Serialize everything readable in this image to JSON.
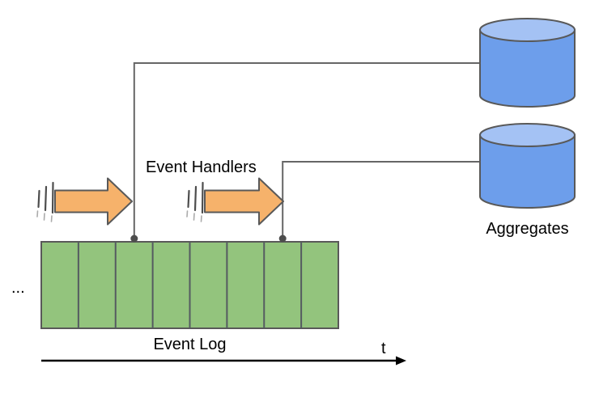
{
  "labels": {
    "event_handlers": "Event Handlers",
    "aggregates": "Aggregates",
    "event_log": "Event Log",
    "time_axis": "t",
    "log_continues": "..."
  },
  "event_log": {
    "segment_count": 8,
    "marked_segments": [
      3,
      7
    ]
  },
  "icons": {
    "cylinder": "database-cylinder-icon",
    "arrow": "event-flow-arrow-icon",
    "motion": "motion-lines-icon"
  },
  "colors": {
    "event_log_fill": "#93C47D",
    "arrow_fill": "#F6B26B",
    "cylinder_body_fill": "#6D9EEB",
    "cylinder_top_fill": "#A4C2F4",
    "shape_stroke": "#595959",
    "connector_stroke": "#666666",
    "axis_color": "#000000"
  }
}
